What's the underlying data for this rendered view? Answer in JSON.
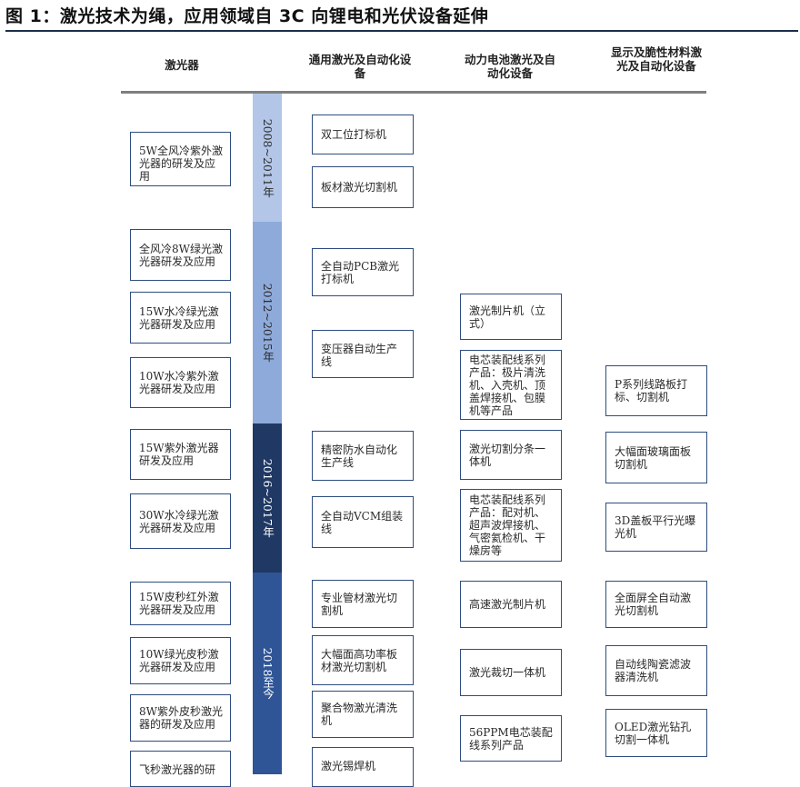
{
  "title": "图 1：激光技术为绳，应用领域自 3C 向锂电和光伏设备延伸",
  "columns": [
    {
      "label": "激光器"
    },
    {
      "label": "通用激光及自动化设备"
    },
    {
      "label": "动力电池激光及自动化设备"
    },
    {
      "label": "显示及脆性材料激光及自动化设备"
    }
  ],
  "eras": [
    {
      "label": "2008~2011年",
      "color": "#b3c6e7",
      "text_color": "#2b2b2b"
    },
    {
      "label": "2012~2015年",
      "color": "#8eaadb",
      "text_color": "#2b2b2b"
    },
    {
      "label": "2016~2017年",
      "color": "#1f3864",
      "text_color": "#ffffff"
    },
    {
      "label": "2018至今",
      "color": "#2f5597",
      "text_color": "#ffffff"
    }
  ],
  "lasers": [
    "5W全风冷紫外激光器的研发及应用",
    "全风冷8W绿光激光器研发及应用",
    "15W水冷绿光激光器研发及应用",
    "10W水冷紫外激光器研发及应用",
    "15W紫外激光器研发及应用",
    "30W水冷绿光激光器研发及应用",
    "15W皮秒红外激光器研发及应用",
    "10W绿光皮秒激光器研发及应用",
    "8W紫外皮秒激光器的研发及应用",
    "飞秒激光器的研"
  ],
  "general": [
    "双工位打标机",
    "板材激光切割机",
    "全自动PCB激光打标机",
    "变压器自动生产线",
    "精密防水自动化生产线",
    "全自动VCM组装线",
    "专业管材激光切割机",
    "大幅面高功率板材激光切割机",
    "聚合物激光清洗机",
    "激光锡焊机"
  ],
  "battery": [
    "激光制片机（立式）",
    "电芯装配线系列产品：极片清洗机、入壳机、顶盖焊接机、包膜机等产品",
    "激光切割分条一体机",
    "电芯装配线系列产品：配对机、超声波焊接机、气密氦检机、干燥房等",
    "高速激光制片机",
    "激光裁切一体机",
    "56PPM电芯装配线系列产品"
  ],
  "display": [
    "P系列线路板打标、切割机",
    "大幅面玻璃面板切割机",
    "3D盖板平行光曝光机",
    "全面屏全自动激光切割机",
    "自动线陶瓷滤波器清洗机",
    "OLED激光钻孔切割一体机"
  ]
}
